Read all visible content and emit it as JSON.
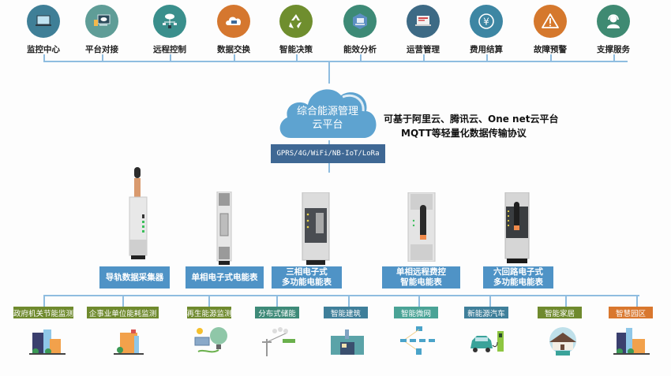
{
  "top_functions": [
    {
      "label": "监控中心",
      "icon": "laptop-icon",
      "color": "#3f7f97"
    },
    {
      "label": "平台对接",
      "icon": "monitor-cloud-icon",
      "color": "#5f9d97"
    },
    {
      "label": "远程控制",
      "icon": "cloud-network-icon",
      "color": "#3a8f8c"
    },
    {
      "label": "数据交换",
      "icon": "cloud-data-icon",
      "color": "#d5772f"
    },
    {
      "label": "智能决策",
      "icon": "recycle-icon",
      "color": "#6f8e2e"
    },
    {
      "label": "能效分析",
      "icon": "analysis-computer-icon",
      "color": "#3d8a76"
    },
    {
      "label": "运营管理",
      "icon": "dashboard-laptop-icon",
      "color": "#3d6a85"
    },
    {
      "label": "费用结算",
      "icon": "yen-icon",
      "color": "#3d86a3"
    },
    {
      "label": "故障预警",
      "icon": "warning-icon",
      "color": "#d5782d"
    },
    {
      "label": "支撑服务",
      "icon": "headset-user-icon",
      "color": "#3f8a72"
    }
  ],
  "cloud": {
    "line1": "综合能源管理",
    "line2": "云平台"
  },
  "note": {
    "line1": "可基于阿里云、腾讯云、One net云平台",
    "line2": "MQTT等轻量化数据传输协议"
  },
  "protocol_label": "GPRS/4G/WiFi/NB-IoT/LoRa",
  "devices": [
    {
      "line1": "导轨数据采集器",
      "line2": ""
    },
    {
      "line1": "单相电子式电能表",
      "line2": ""
    },
    {
      "line1": "三相电子式",
      "line2": "多功能电能表"
    },
    {
      "line1": "单相远程费控",
      "line2": "智能电能表"
    },
    {
      "line1": "六回路电子式",
      "line2": "多功能电能表"
    }
  ],
  "applications": [
    {
      "label": "政府机关节能监测",
      "color": "#6f8a2e",
      "icon": "government-building-icon"
    },
    {
      "label": "企事业单位能耗监测",
      "color": "#6f8a2e",
      "icon": "office-building-icon"
    },
    {
      "label": "再生能源监测",
      "color": "#6f8a2e",
      "icon": "solar-globe-icon"
    },
    {
      "label": "分布式储能",
      "color": "#3e8a78",
      "icon": "power-grid-icon"
    },
    {
      "label": "智能建筑",
      "color": "#3f7f9a",
      "icon": "factory-building-icon"
    },
    {
      "label": "智能微网",
      "color": "#4aa396",
      "icon": "microgrid-network-icon"
    },
    {
      "label": "新能源汽车",
      "color": "#3f7f9a",
      "icon": "ev-charging-icon"
    },
    {
      "label": "智能家居",
      "color": "#6f8a2e",
      "icon": "smart-home-icon"
    },
    {
      "label": "智慧园区",
      "color": "#d9772e",
      "icon": "smart-park-icon"
    }
  ]
}
